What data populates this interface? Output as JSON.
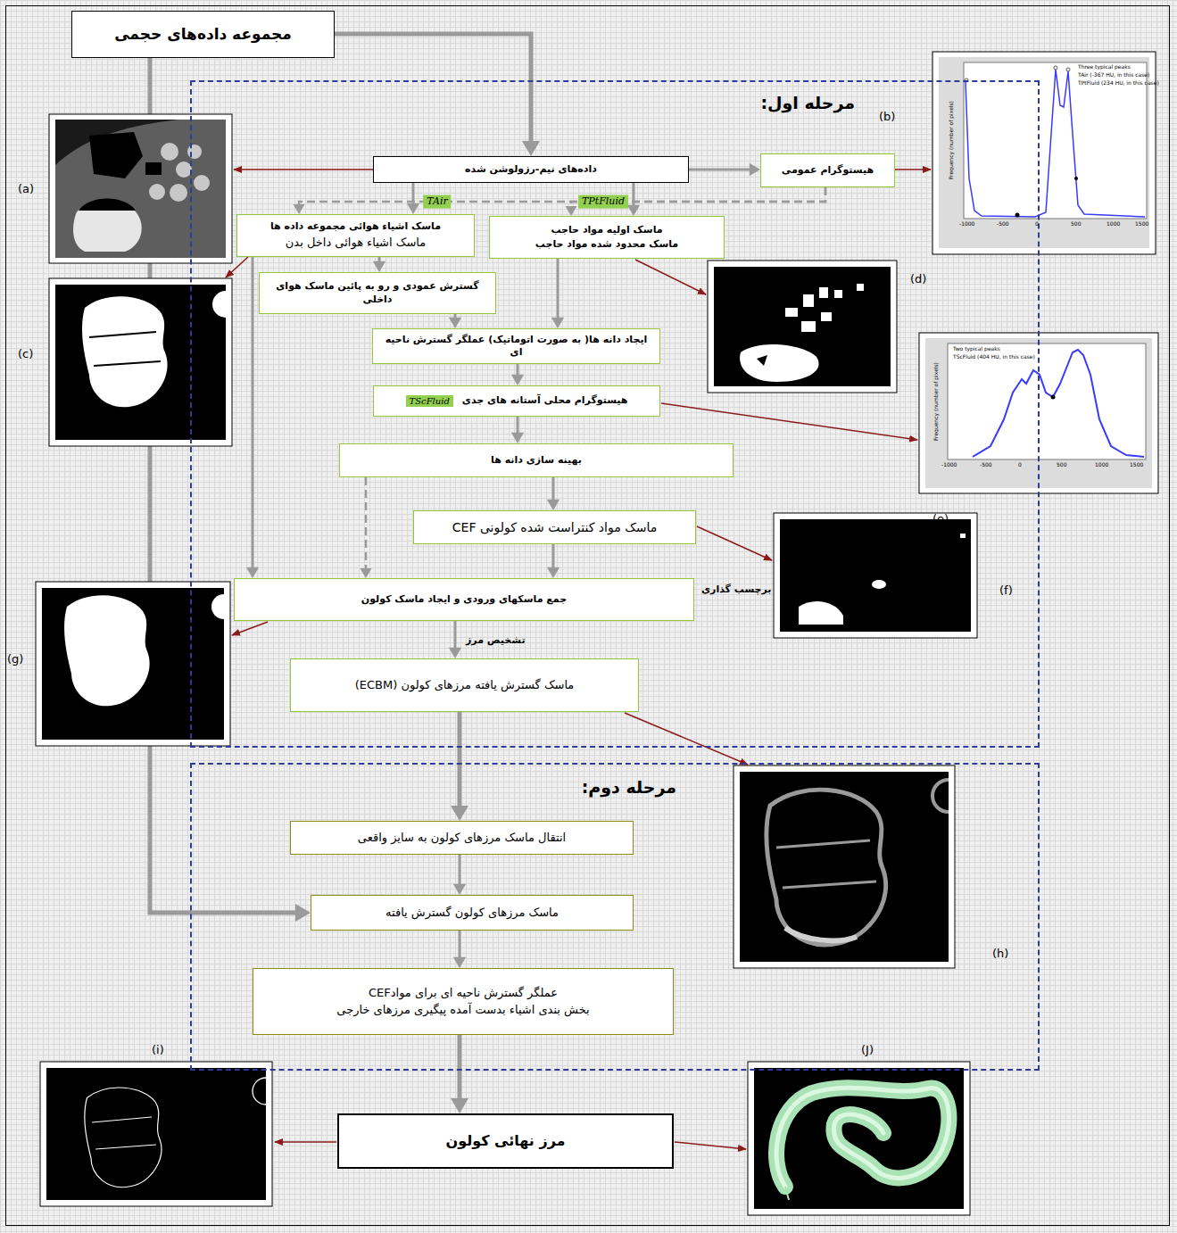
{
  "diagram": {
    "nodes": [
      {
        "text": [
          "مجموعه داده‌های حجمی"
        ]
      },
      {
        "text": [
          "مرحله اول:"
        ]
      },
      {
        "text": [
          "داده‌های نیم-رزولوشن شده"
        ],
        "in": 1
      },
      {
        "text": [
          "هیستوگرام عمومی"
        ],
        "in": 1
      },
      {
        "text": [
          "ماسک اشیاء هوائی مجموعه داده ها",
          "ماسک اشیاء هوائی داخل بدن"
        ],
        "in": 1
      },
      {
        "text": [
          "ماسک اولیه مواد حاجب",
          "ماسک محدود شده مواد حاجب"
        ],
        "in": 1
      },
      {
        "text": [
          "گسترش عمودی و رو به پائین ماسک هوای داخلی"
        ],
        "in": 1
      },
      {
        "text": [
          "ایجاد دانه ها( به صورت اتوماتیک) عملگر گسترش ناحیه ای"
        ],
        "in": 1
      },
      {
        "text": [
          "هیستوگرام محلی آستانه های جدی",
          "TScFluid"
        ],
        "in": 1
      },
      {
        "text": [
          "بهینه سازی دانه ها"
        ],
        "in": 1
      },
      {
        "text": [
          "ماسک مواد کنتراست شده کولونی CEF"
        ],
        "in": 1
      },
      {
        "text": [
          "جمع ماسکهای ورودی و ایجاد ماسک کولون"
        ],
        "in": 1
      },
      {
        "text": [
          "ماسک گسترش یافته مرزهای کولون (ECBM)"
        ],
        "in": 1
      },
      {
        "text": [
          "مرحله دوم:"
        ]
      },
      {
        "text": [
          "انتقال ماسک مرزهای کولون به سایز واقعی"
        ],
        "in": 13
      },
      {
        "text": [
          "ماسک مرزهای کولون گسترش یافته"
        ],
        "in": 13
      },
      {
        "text": [
          "عملگر گسترش ناحیه ای برای موادCEF",
          "بخش بندی اشیاء بدست آمده پیگیری مرزهای خارجی"
        ],
        "in": 13
      },
      {
        "text": [
          "مرز نهائی کولون"
        ]
      }
    ],
    "edges": [
      {
        "from": 0,
        "to": 2,
        "arrow": "to"
      },
      {
        "from": 0,
        "to": 15,
        "arrow": "to"
      },
      {
        "from": 2,
        "to": 3,
        "arrow": "to"
      },
      {
        "from": 2,
        "to": 4,
        "arrow": "to"
      },
      {
        "from": 2,
        "to": 5,
        "arrow": "to"
      },
      {
        "from": 3,
        "to": 4,
        "label": "TAir",
        "arrow": "to"
      },
      {
        "from": 3,
        "to": 5,
        "label": "TPtFluid",
        "arrow": "to"
      },
      {
        "from": 4,
        "to": 6,
        "arrow": "to"
      },
      {
        "from": 4,
        "to": 11,
        "arrow": "to"
      },
      {
        "from": 6,
        "to": 7,
        "arrow": "to"
      },
      {
        "from": 5,
        "to": 7,
        "arrow": "to"
      },
      {
        "from": 7,
        "to": 8,
        "arrow": "to"
      },
      {
        "from": 8,
        "to": 9,
        "arrow": "to"
      },
      {
        "from": 9,
        "to": 10,
        "arrow": "to"
      },
      {
        "from": 10,
        "to": 11,
        "arrow": "to"
      },
      {
        "from": 9,
        "to": 11,
        "arrow": "to"
      },
      {
        "from": 11,
        "to": 12,
        "label": "تشخیص مرز",
        "arrow": "to"
      },
      {
        "from": 12,
        "to": 14,
        "arrow": "to"
      },
      {
        "from": 14,
        "to": 15,
        "arrow": "to"
      },
      {
        "from": 15,
        "to": 16,
        "arrow": "to"
      },
      {
        "from": 16,
        "to": 17,
        "arrow": "to"
      }
    ],
    "labels": [
      "(a)",
      "(b)",
      "(c)",
      "(d)",
      "(e)",
      "(f)",
      "(g)",
      "(h)",
      "(i)",
      "(J)",
      "برچسب گذاری",
      "Three typical peaks",
      "TAir (-367 HU, in this case)",
      "TPtFluid (234 HU, in this case)",
      "Frequency (number of pixels)",
      "-1000",
      "-500",
      "0",
      "500",
      "1000",
      "1500",
      "Two typical peaks",
      "TScFluid (404 HU, in this case)",
      "Frequency (number of pixels)",
      "-1000",
      "-500",
      "0",
      "500",
      "1000",
      "1500"
    ]
  }
}
